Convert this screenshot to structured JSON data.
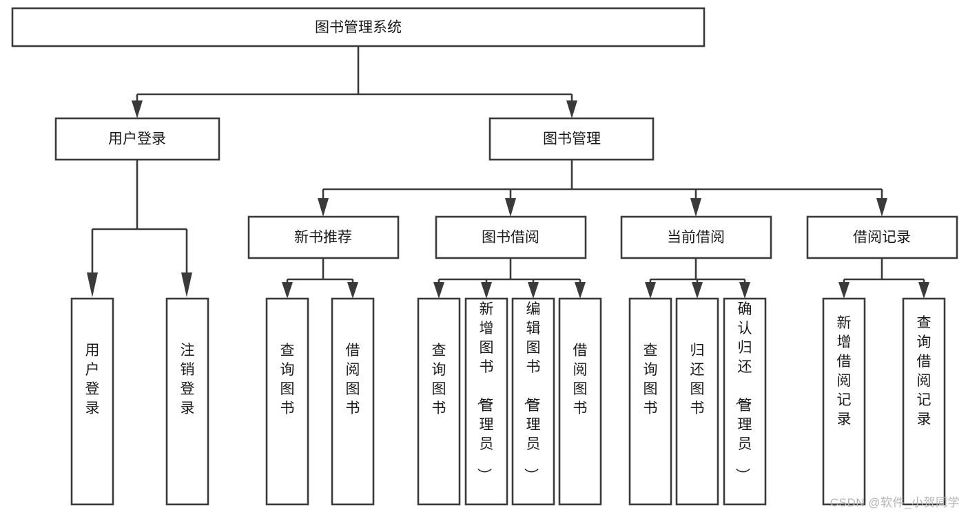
{
  "diagram": {
    "type": "tree-flowchart",
    "title": "图书管理系统",
    "watermark": "CSDN @软件_小贺同学",
    "colors": {
      "stroke": "#3a3a3a",
      "text": "#1a1a1a",
      "background": "#ffffff",
      "watermark": "#b5b5b5"
    },
    "levels": {
      "root": {
        "label": "图书管理系统"
      },
      "level2": [
        {
          "label": "用户登录"
        },
        {
          "label": "图书管理"
        }
      ],
      "level3": [
        {
          "label": "新书推荐"
        },
        {
          "label": "图书借阅"
        },
        {
          "label": "当前借阅"
        },
        {
          "label": "借阅记录"
        }
      ],
      "leaves": {
        "user_login": [
          {
            "label": "用户登录"
          },
          {
            "label": "注销登录"
          }
        ],
        "new_book": [
          {
            "label": "查询图书"
          },
          {
            "label": "借阅图书"
          }
        ],
        "book_borrow": [
          {
            "label": "查询图书"
          },
          {
            "label": "新增图书（管理员）"
          },
          {
            "label": "编辑图书（管理员）"
          },
          {
            "label": "借阅图书"
          }
        ],
        "current_borrow": [
          {
            "label": "查询图书"
          },
          {
            "label": "归还图书"
          },
          {
            "label": "确认归还（管理员）"
          }
        ],
        "borrow_record": [
          {
            "label": "新增借阅记录"
          },
          {
            "label": "查询借阅记录"
          }
        ]
      }
    }
  }
}
